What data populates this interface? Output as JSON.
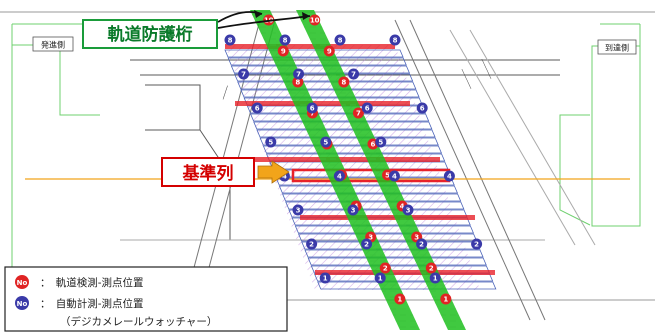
{
  "labels": {
    "girder": "軌道防護桁",
    "reference_row": "基準列",
    "departure_side": "発進側",
    "arrival_side": "到達側"
  },
  "legend": {
    "red_marker_symbol": "No",
    "red_marker_desc": "：　軌道検測-測点位置",
    "blue_marker_symbol": "No",
    "blue_marker_desc": "：　自動計測-測点位置",
    "blue_marker_note": "（デジカメレールウォッチャー）"
  },
  "markers": {
    "red": [
      "10",
      "9",
      "8",
      "7",
      "6",
      "5",
      "4",
      "3",
      "2",
      "1"
    ],
    "blue": [
      "8",
      "7",
      "6",
      "5",
      "4",
      "3",
      "2",
      "1"
    ]
  },
  "colors": {
    "red_marker": "#e02424",
    "blue_marker": "#3a3aa8",
    "green_track": "#22c022",
    "girder_label": "#0a7a2a",
    "reference_label": "#d40000",
    "reference_bar": "#e8222a",
    "arrow": "#f2a41a"
  }
}
